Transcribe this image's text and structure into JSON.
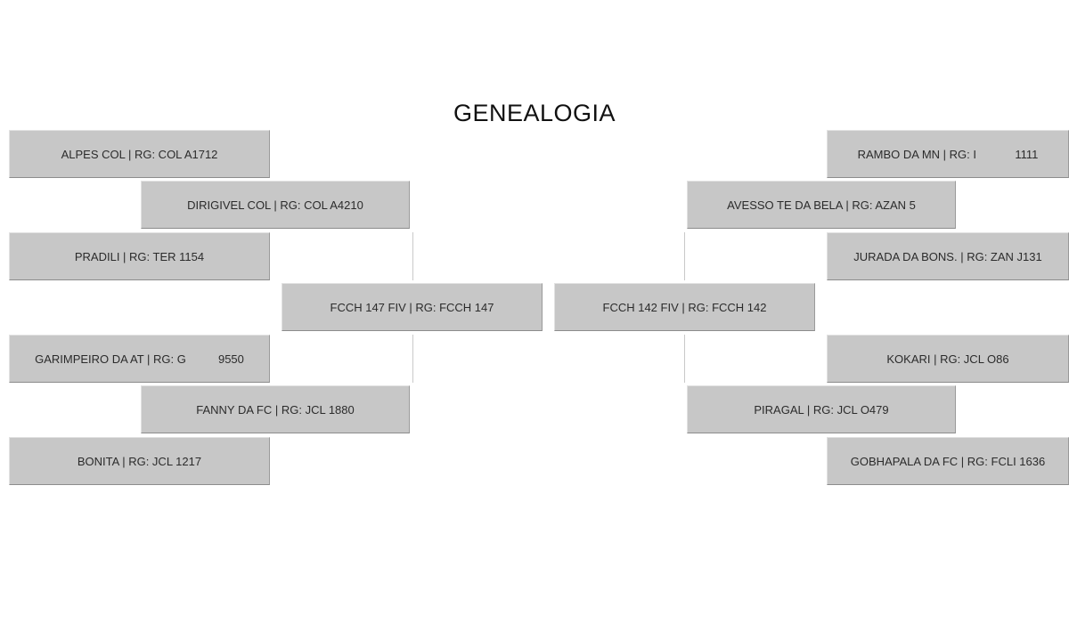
{
  "title": "GENEALOGIA",
  "sire_side": {
    "paternal_grandsire": "ALPES COL | RG: COL A1712",
    "sire_of_sire": "DIRIGIVEL COL | RG: COL A4210",
    "paternal_granddam": "PRADILI | RG: TER 1154",
    "sire": "FCCH 147 FIV | RG: FCCH 147",
    "maternal_grandsire": "GARIMPEIRO DA AT | RG: G          9550",
    "dam_of_sire": "FANNY DA FC | RG: JCL 1880",
    "maternal_granddam": "BONITA | RG: JCL 1217"
  },
  "dam_side": {
    "paternal_grandsire": "RAMBO DA MN | RG: I            1111",
    "sire_of_dam": "AVESSO TE DA BELA | RG: AZAN 5",
    "paternal_granddam": "JURADA DA BONS. | RG: ZAN J131",
    "dam": "FCCH 142 FIV | RG: FCCH 142",
    "maternal_grandsire": "KOKARI | RG: JCL O86",
    "dam_of_dam": "PIRAGAL | RG: JCL O479",
    "maternal_granddam": "GOBHAPALA DA FC | RG: FCLI 1636"
  }
}
